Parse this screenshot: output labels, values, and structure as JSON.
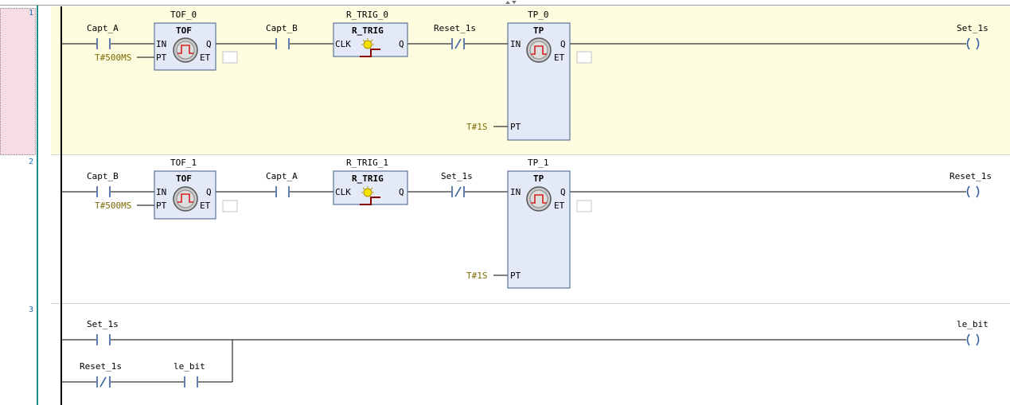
{
  "networks": [
    {
      "number": "1",
      "contact1": "Capt_A",
      "ton": {
        "instance": "TOF_0",
        "type": "TOF",
        "in": "IN",
        "pt": "PT",
        "q": "Q",
        "et": "ET",
        "pt_value": "T#500MS"
      },
      "contact2": "Capt_B",
      "trig": {
        "instance": "R_TRIG_0",
        "type": "R_TRIG",
        "clk": "CLK",
        "q": "Q"
      },
      "contact3": "Reset_1s",
      "tp": {
        "instance": "TP_0",
        "type": "TP",
        "in": "IN",
        "pt": "PT",
        "q": "Q",
        "et": "ET",
        "pt_value": "T#1S"
      },
      "coil": "Set_1s"
    },
    {
      "number": "2",
      "contact1": "Capt_B",
      "ton": {
        "instance": "TOF_1",
        "type": "TOF",
        "in": "IN",
        "pt": "PT",
        "q": "Q",
        "et": "ET",
        "pt_value": "T#500MS"
      },
      "contact2": "Capt_A",
      "trig": {
        "instance": "R_TRIG_1",
        "type": "R_TRIG",
        "clk": "CLK",
        "q": "Q"
      },
      "contact3": "Set_1s",
      "tp": {
        "instance": "TP_1",
        "type": "TP",
        "in": "IN",
        "pt": "PT",
        "q": "Q",
        "et": "ET",
        "pt_value": "T#1S"
      },
      "coil": "Reset_1s"
    },
    {
      "number": "3",
      "contact1": "Set_1s",
      "contact2": "Reset_1s",
      "contact3": "le_bit",
      "coil": "le_bit"
    }
  ],
  "colors": {
    "selected_network_bg": "#fffde0",
    "line_number_gutter_selected": "#f5dde3",
    "block_fill": "#e3e9f6",
    "constant_text": "#7c6a00",
    "contact_color": "#3a5f9e",
    "line_numbers": "#1c6fb5"
  }
}
